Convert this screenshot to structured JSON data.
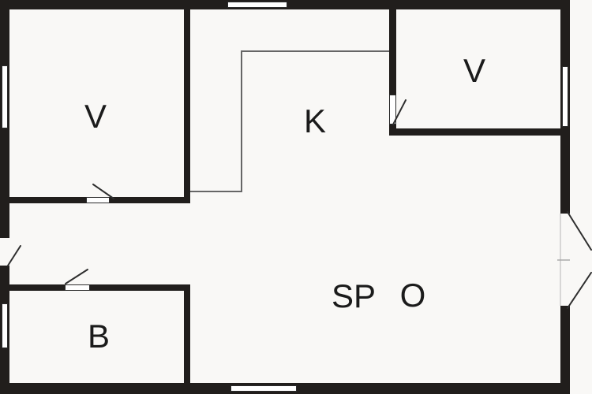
{
  "title": "floor-plan",
  "colors": {
    "wall": "#211e1c",
    "background": "#f9f8f6",
    "line": "#2e2e2e",
    "kitchen_line": "#666666"
  },
  "rooms": [
    {
      "id": "room-top-left",
      "label": "V"
    },
    {
      "id": "room-kitchen",
      "label": "K"
    },
    {
      "id": "room-top-right",
      "label": "V"
    },
    {
      "id": "room-bathroom",
      "label": "B"
    },
    {
      "id": "room-living-sp",
      "label": "SP"
    },
    {
      "id": "room-living-o",
      "label": "O"
    }
  ]
}
